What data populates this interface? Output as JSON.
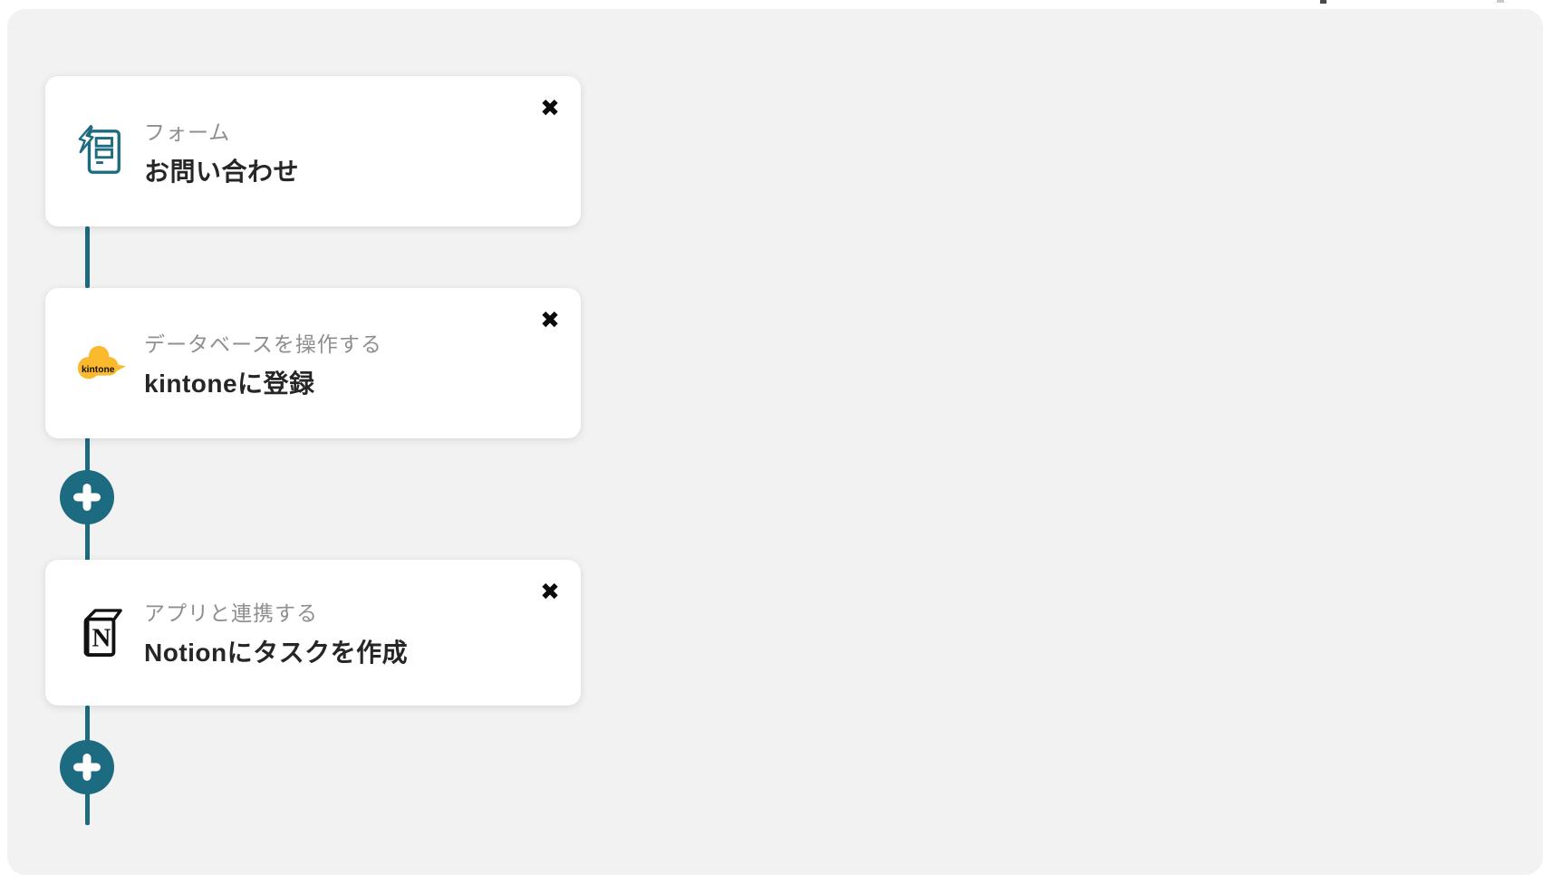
{
  "app": {
    "view": "workflow-builder-canvas"
  },
  "ui": {
    "close_glyph": "✖",
    "add_glyph": "+"
  },
  "steps": [
    {
      "category": "フォーム",
      "title": "お問い合わせ",
      "icon": "form-trigger-icon"
    },
    {
      "category": "データベースを操作する",
      "title": "kintoneに登録",
      "icon": "kintone-icon"
    },
    {
      "category": "アプリと連携する",
      "title": "Notionにタスクを作成",
      "icon": "notion-icon"
    }
  ],
  "logos": {
    "kintone_text": "kintone",
    "notion_letter": "N"
  },
  "colors": {
    "accent_teal": "#1d6b80",
    "canvas_gray": "#f2f2f2",
    "card_white": "#ffffff",
    "kintone_yellow": "#fbb92d",
    "label_gray": "#8f8f8f",
    "title_dark": "#262626",
    "close_black": "#0b0b0b"
  }
}
